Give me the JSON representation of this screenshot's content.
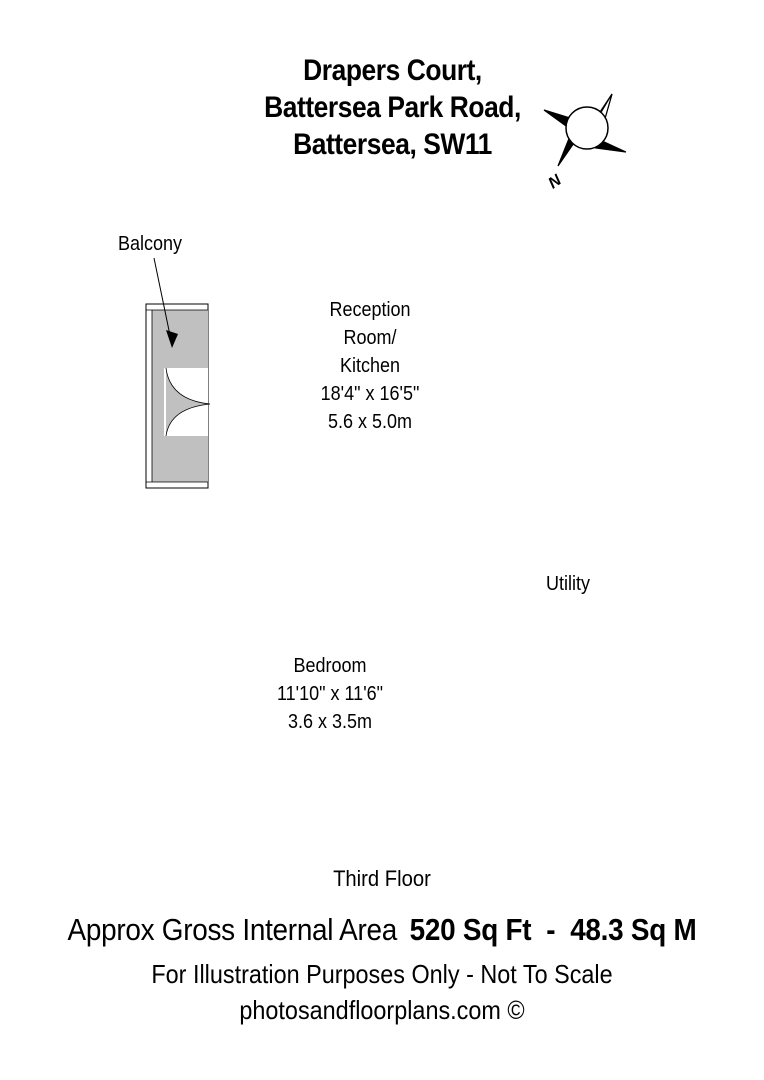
{
  "header": {
    "address_line1": "Drapers Court,",
    "address_line2": "Battersea Park Road,",
    "address_line3": "Battersea, SW11",
    "compass_label": "N",
    "compass_icon": "compass-rose-icon"
  },
  "rooms": {
    "balcony": {
      "label": "Balcony"
    },
    "reception": {
      "name_line1": "Reception",
      "name_line2": "Room/",
      "name_line3": "Kitchen",
      "imperial": "18'4\" x 16'5\"",
      "metric": "5.6 x 5.0m"
    },
    "utility": {
      "label": "Utility"
    },
    "bedroom": {
      "name": "Bedroom",
      "imperial": "11'10\" x 11'6\"",
      "metric": "3.6 x 3.5m"
    }
  },
  "footer": {
    "floor": "Third Floor",
    "area_label": "Approx Gross Internal Area",
    "area_value": "520 Sq Ft  -  48.3 Sq M",
    "disclaimer": "For Illustration Purposes Only - Not To Scale",
    "credit": "photosandfloorplans.com ©"
  },
  "colors": {
    "wall": "#000000",
    "balcony_fill": "#c0c0c0",
    "fixture_line": "#555555"
  }
}
